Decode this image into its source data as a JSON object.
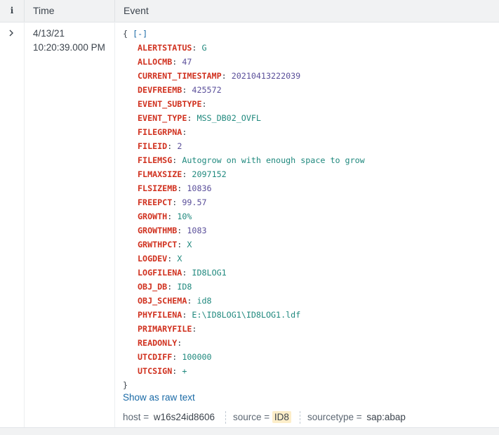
{
  "header": {
    "info_label": "i",
    "time_label": "Time",
    "event_label": "Event"
  },
  "event": {
    "expand_icon": "chevron-right-icon",
    "date": "4/13/21",
    "time": "10:20:39.000 PM",
    "open_brace": "{",
    "collapse_label": "[-]",
    "close_brace": "}",
    "fields": [
      {
        "key": "ALERTSTATUS",
        "value": "G",
        "type": "str"
      },
      {
        "key": "ALLOCMB",
        "value": "47",
        "type": "num"
      },
      {
        "key": "CURRENT_TIMESTAMP",
        "value": "20210413222039",
        "type": "num"
      },
      {
        "key": "DEVFREEMB",
        "value": "425572",
        "type": "num"
      },
      {
        "key": "EVENT_SUBTYPE",
        "value": "",
        "type": "str"
      },
      {
        "key": "EVENT_TYPE",
        "value": "MSS_DB02_OVFL",
        "type": "str"
      },
      {
        "key": "FILEGRPNA",
        "value": "",
        "type": "str"
      },
      {
        "key": "FILEID",
        "value": "2",
        "type": "num"
      },
      {
        "key": "FILEMSG",
        "value": "Autogrow on with enough space to grow",
        "type": "str"
      },
      {
        "key": "FLMAXSIZE",
        "value": "2097152",
        "type": "str"
      },
      {
        "key": "FLSIZEMB",
        "value": "10836",
        "type": "num"
      },
      {
        "key": "FREEPCT",
        "value": "99.57",
        "type": "num"
      },
      {
        "key": "GROWTH",
        "value": "10%",
        "type": "str"
      },
      {
        "key": "GROWTHMB",
        "value": "1083",
        "type": "num"
      },
      {
        "key": "GRWTHPCT",
        "value": "X",
        "type": "str"
      },
      {
        "key": "LOGDEV",
        "value": "X",
        "type": "str"
      },
      {
        "key": "LOGFILENA",
        "value": "ID8LOG1",
        "type": "str"
      },
      {
        "key": "OBJ_DB",
        "value": "ID8",
        "type": "str"
      },
      {
        "key": "OBJ_SCHEMA",
        "value": "id8",
        "type": "str"
      },
      {
        "key": "PHYFILENA",
        "value": "E:\\ID8LOG1\\ID8LOG1.ldf",
        "type": "str"
      },
      {
        "key": "PRIMARYFILE",
        "value": "",
        "type": "str"
      },
      {
        "key": "READONLY",
        "value": "",
        "type": "str"
      },
      {
        "key": "UTCDIFF",
        "value": "100000",
        "type": "str"
      },
      {
        "key": "UTCSIGN",
        "value": "+",
        "type": "str"
      }
    ],
    "raw_link": "Show as raw text",
    "meta": {
      "host_key": "host =",
      "host_value": "w16s24id8606",
      "source_key": "source =",
      "source_value": "ID8",
      "sourcetype_key": "sourcetype =",
      "sourcetype_value": "sap:abap"
    }
  },
  "colors": {
    "key": "#d0311f",
    "string_value": "#20897e",
    "number_value": "#5a4f9a",
    "link": "#1a6aa6",
    "highlight": "#fdeec9"
  }
}
